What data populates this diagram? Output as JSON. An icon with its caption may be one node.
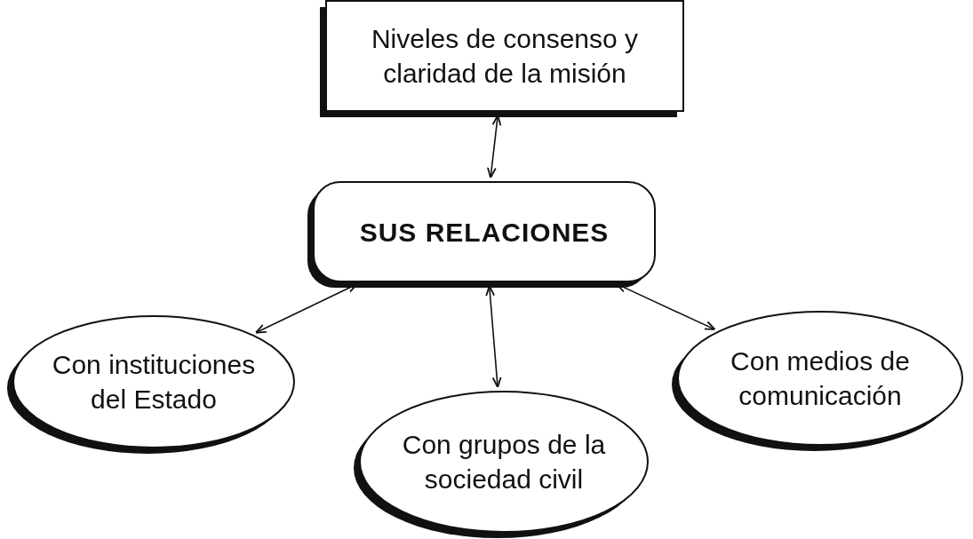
{
  "diagram": {
    "nodes": [
      {
        "text": [
          "Niveles de consenso y claridad de la misión"
        ]
      },
      {
        "text": [
          "SUS RELACIONES"
        ]
      },
      {
        "text": [
          "Con instituciones del Estado"
        ]
      },
      {
        "text": [
          "Con medios de comunicación"
        ]
      },
      {
        "text": [
          "Con grupos de la sociedad civil"
        ]
      }
    ],
    "edges": [
      {
        "from": 0,
        "to": 1,
        "arrow": "both"
      },
      {
        "from": 1,
        "to": 2,
        "arrow": "both"
      },
      {
        "from": 1,
        "to": 4,
        "arrow": "both"
      },
      {
        "from": 1,
        "to": 3,
        "arrow": "both"
      }
    ]
  }
}
